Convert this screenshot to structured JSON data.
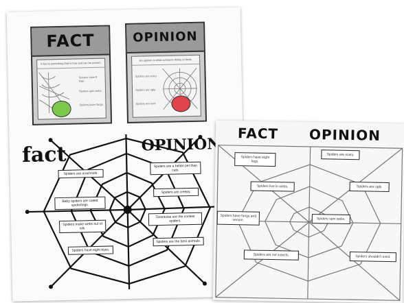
{
  "left_sheet": {
    "fact_card": {
      "title": "FACT",
      "definition": "A fact is something that is true and can be proven.",
      "notes": [
        "Spiders have 8 legs.",
        "Spiders spin webs.",
        "Spiders have fangs."
      ]
    },
    "opinion_card": {
      "title": "OPINION",
      "definition": "An opinion is what someone thinks or feels.",
      "notes": [
        "Spiders are scary.",
        "Spiders are ugly.",
        "Spiders are cool."
      ]
    },
    "web_headings": {
      "fact": "fact",
      "opinion": "OPINION"
    },
    "fact_labels": [
      "Spiders are arachnids.",
      "Baby spiders are called spiderlings.",
      "Spiders make webs out of silk.",
      "Spiders have eight eyes."
    ],
    "opinion_labels": [
      "Spiders are a better pet than cats.",
      "Spiders are creepy.",
      "Tarantulas are the coolest spiders.",
      "Spiders are the best animals."
    ]
  },
  "right_sheet": {
    "headings": {
      "fact": "FACT",
      "opinion": "OPINION"
    },
    "labels": [
      "Spiders have eight legs.",
      "Spiders are scary.",
      "Spiders live in webs.",
      "Spiders are ugly.",
      "Spiders have fangs and venom.",
      "Spiders spin webs.",
      "Spiders are not insects.",
      "Spiders shouldn't exist."
    ]
  },
  "colors": {
    "fact_bug": "#7cc84a",
    "opinion_bug": "#e0434b"
  }
}
